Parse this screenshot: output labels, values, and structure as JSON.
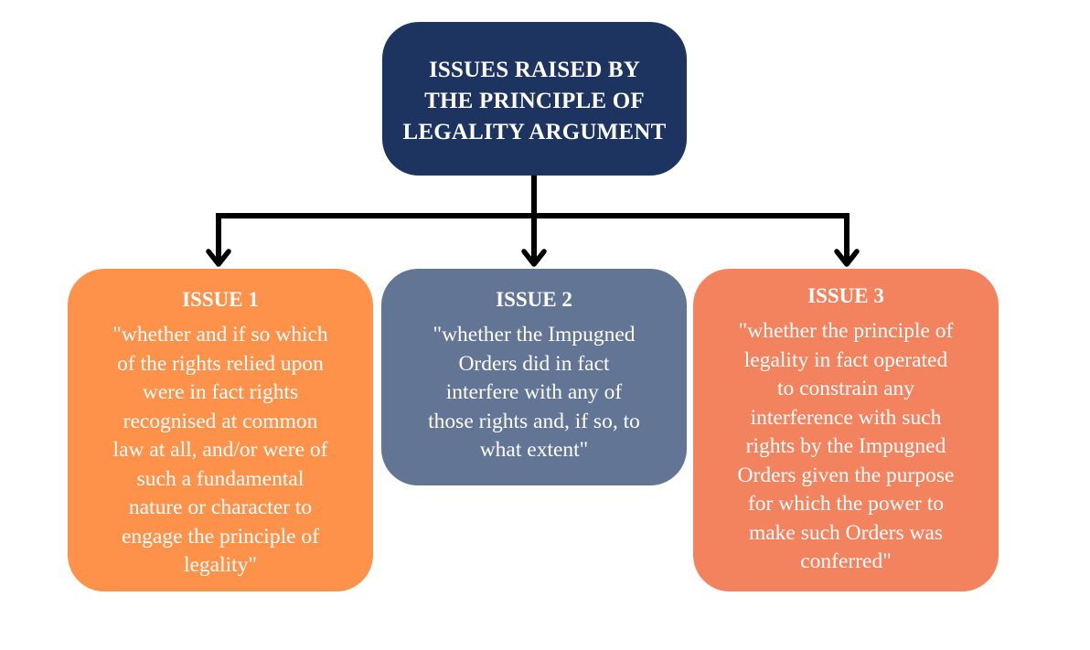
{
  "root": {
    "title": "ISSUES RAISED BY\nTHE PRINCIPLE OF\nLEGALITY ARGUMENT"
  },
  "issues": [
    {
      "heading": "ISSUE 1",
      "text": "\"whether and if so which\nof the rights relied upon\nwere in fact rights\nrecognised at common\nlaw at all, and/or were of\nsuch a fundamental\nnature or character to\nengage the principle of\nlegality\""
    },
    {
      "heading": "ISSUE 2",
      "text": "\"whether the Impugned\nOrders did in fact\ninterfere with any of\nthose rights and, if so, to\nwhat extent\""
    },
    {
      "heading": "ISSUE 3",
      "text": "\"whether the principle of\nlegality in fact operated\nto constrain any\ninterference with such\nrights by the Impugned\nOrders given the purpose\nfor which the power to\nmake such Orders was\nconferred\""
    }
  ],
  "colors": {
    "root": "#1d3461",
    "issue_1": "#ff924a",
    "issue_2": "#637594",
    "issue_3": "#f3835f",
    "connector": "#000000"
  }
}
